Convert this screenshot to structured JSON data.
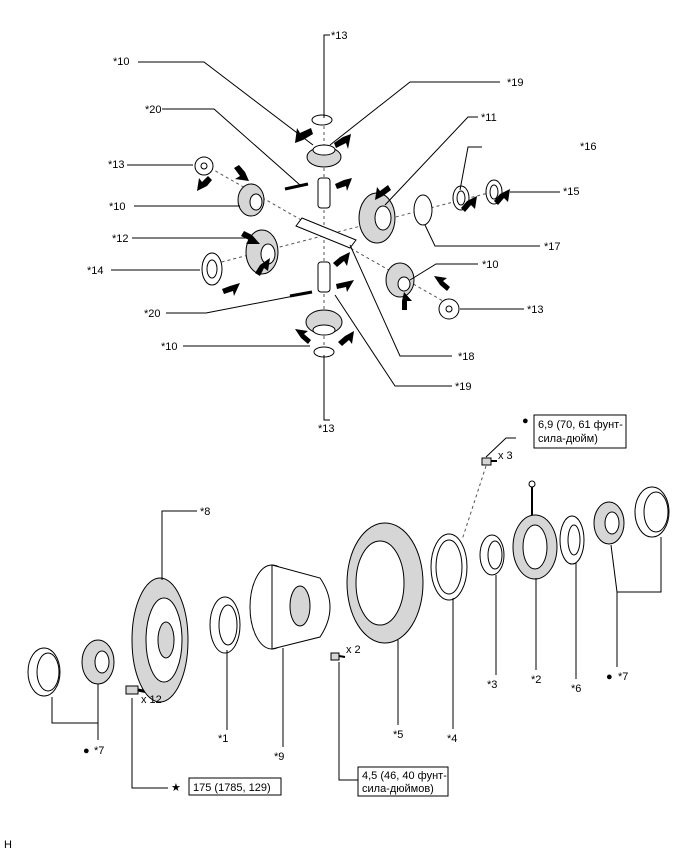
{
  "labels": {
    "l10a": "*10",
    "l13a": "*13",
    "l19a": "*19",
    "l20a": "*20",
    "l11": "*11",
    "l16": "*16",
    "l13b": "*13",
    "l10b": "*10",
    "l15": "*15",
    "l12": "*12",
    "l17": "*17",
    "l14": "*14",
    "l10c": "*10",
    "l20b": "*20",
    "l13c": "*13",
    "l10d": "*10",
    "l18": "*18",
    "l19b": "*19",
    "l13d": "*13",
    "l8": "*8",
    "l1": "*1",
    "l9": "*9",
    "l5": "*5",
    "l4": "*4",
    "l3": "*3",
    "l2": "*2",
    "l6": "*6",
    "l7a": "*7",
    "l7b": "*7"
  },
  "fasteners": {
    "bolt_top_qty": "x 3",
    "bolt_mid_qty": "x 2",
    "bolt_left_qty": "x 12"
  },
  "torque": {
    "top_line1": "6,9 (70, 61 фунт-",
    "top_line2": "сила-дюйм)",
    "mid_line1": "4,5 (46, 40 фунт-",
    "mid_line2": "сила-дюймов)",
    "bottom": "175 (1785, 129)"
  },
  "marks": {
    "dot": "●",
    "star": "★",
    "corner": "H"
  }
}
